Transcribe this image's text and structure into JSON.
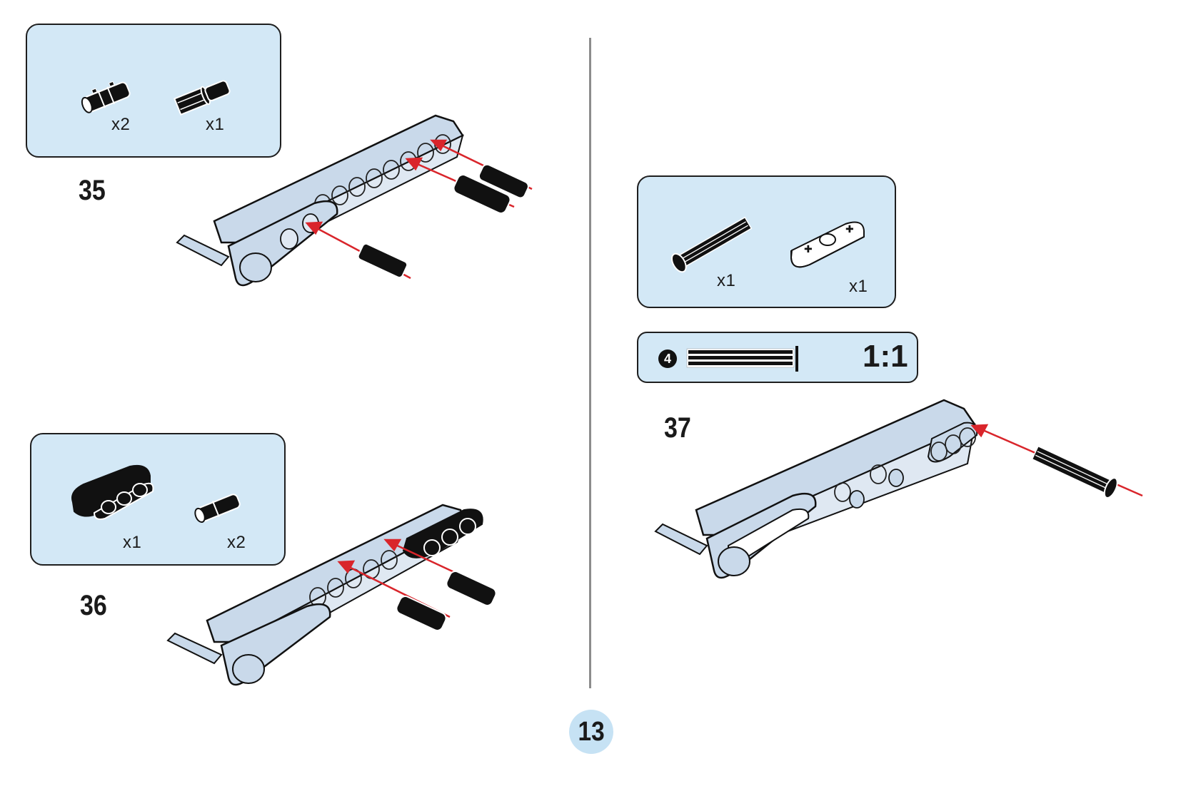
{
  "page": {
    "number": "13"
  },
  "steps": [
    {
      "number": "35",
      "parts": [
        {
          "name": "friction pin with cross-axle end",
          "icon": "double-pin-icon",
          "color": "#111111",
          "quantity": "x2"
        },
        {
          "name": "axle pin",
          "icon": "axle-pin-icon",
          "color": "#111111",
          "quantity": "x1"
        }
      ]
    },
    {
      "number": "36",
      "parts": [
        {
          "name": "3-hole thick beam",
          "icon": "beam-3-icon",
          "color": "#111111",
          "quantity": "x1"
        },
        {
          "name": "friction pin",
          "icon": "pin-icon",
          "color": "#111111",
          "quantity": "x2"
        }
      ]
    },
    {
      "number": "37",
      "parts": [
        {
          "name": "axle 4 with end stop",
          "icon": "axle-stop-icon",
          "color": "#111111",
          "quantity": "x1"
        },
        {
          "name": "thin 3-hole beam",
          "icon": "thin-beam-icon",
          "color": "#ffffff",
          "quantity": "x1"
        }
      ],
      "ruler": {
        "length": "4",
        "scale": "1:1"
      }
    }
  ],
  "colors": {
    "parts_box_bg": "#d3e8f6",
    "beam_light": "#c9d9ea",
    "insert_arrow": "#d9252b",
    "divider": "#8c8c8c",
    "page_badge": "#c6e2f4"
  }
}
